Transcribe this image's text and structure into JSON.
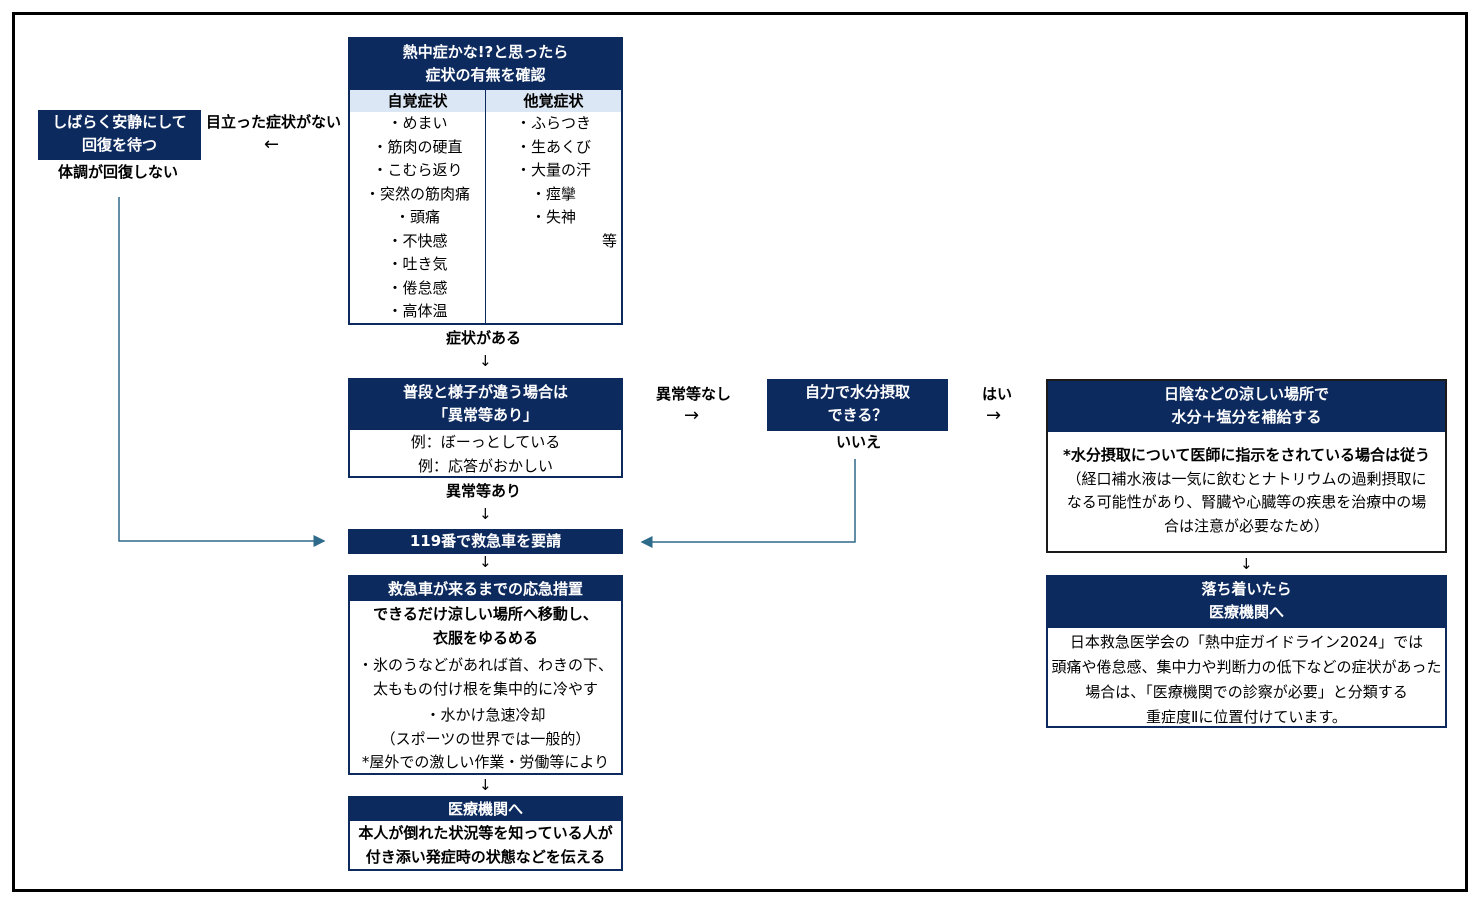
{
  "check": {
    "title1": "熱中症かな!?と思ったら",
    "title2": "症状の有無を確認",
    "col_self": "自覚症状",
    "col_other": "他覚症状",
    "self_items": [
      "・めまい",
      "・筋肉の硬直",
      "・こむら返り",
      "・突然の筋肉痛",
      "・頭痛",
      "・不快感",
      "・吐き気",
      "・倦怠感",
      "・高体温"
    ],
    "other_items": [
      "・ふらつき",
      "・生あくび",
      "・大量の汗",
      "・痙攣",
      "・失神"
    ],
    "etc": "等"
  },
  "rest": {
    "title1": "しばらく安静にして",
    "title2": "回復を待つ",
    "no_symptom": "目立った症状がない",
    "arrow_left": "←",
    "not_recovered": "体調が回復しない"
  },
  "has_symptom": "症状がある",
  "down_arrow": "↓",
  "abnormal": {
    "title1": "普段と様子が違う場合は",
    "title2": "「異常等あり」",
    "ex1": "例：ぼーっとしている",
    "ex2": "例：応答がおかしい",
    "label_yes": "異常等あり",
    "label_no": "異常等なし",
    "arrow_right": "→"
  },
  "water": {
    "title1": "自力で水分摂取",
    "title2": "できる？",
    "yes": "はい",
    "no": "いいえ",
    "arrow_right": "→"
  },
  "shade": {
    "title1": "日陰などの涼しい場所で",
    "title2": "水分＋塩分を補給する",
    "note_bold": "*水分摂取について医師に指示をされている場合は従う",
    "note1": "（経口補水液は一気に飲むとナトリウムの過剰摂取に",
    "note2": "なる可能性があり、腎臓や心臓等の疾患を治療中の場",
    "note3": "合は注意が必要なため）"
  },
  "calm": {
    "title1": "落ち着いたら",
    "title2": "医療機関へ",
    "line1": "日本救急医学会の「熱中症ガイドライン2024」では",
    "line2": "頭痛や倦怠感、集中力や判断力の低下などの症状があった",
    "line3": "場合は、「医療機関での診察が必要」と分類する",
    "line4": "重症度Ⅱに位置付けています。"
  },
  "call": "119番で救急車を要請",
  "firstaid": {
    "title": "救急車が来るまでの応急措置",
    "bold1": "できるだけ涼しい場所へ移動し、",
    "bold2": "衣服をゆるめる",
    "l1": "・氷のうなどがあれば首、わきの下、",
    "l2": "太ももの付け根を集中的に冷やす",
    "l3": "・水かけ急速冷却",
    "l4": "（スポーツの世界では一般的）",
    "l5": "*屋外での激しい作業・労働等により"
  },
  "hospital": {
    "title": "医療機関へ",
    "l1": "本人が倒れた状況等を知っている人が",
    "l2": "付き添い発症時の状態などを伝える"
  }
}
